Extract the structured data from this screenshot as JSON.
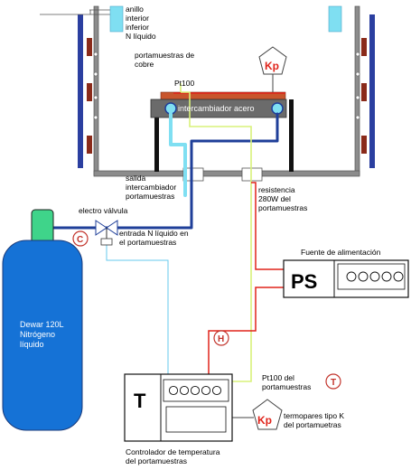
{
  "labels": {
    "ring_line1": "anillo",
    "ring_line2": "interior",
    "ring_line3": "inferior",
    "ring_line4": "N líquido",
    "holder_line1": "portamuestras de",
    "holder_line2": "cobre",
    "pt100_top": "Pt100",
    "exchanger": "intercambiador acero",
    "exit_line1": "salida",
    "exit_line2": "intercambiador",
    "exit_line3": "portamuestras",
    "resistor_line1": "resistencia",
    "resistor_line2": "280W del",
    "resistor_line3": "portamuestras",
    "valve": "electro válvula",
    "inlet_line1": "entrada N líquido en",
    "inlet_line2": "el portamuestras",
    "dewar_line1": "Dewar 120L",
    "dewar_line2": "Nitrógeno",
    "dewar_line3": "líquido",
    "power_title": "Fuente de alimentación",
    "ps": "PS",
    "h_marker": "H",
    "c_marker": "C",
    "t_marker": "T",
    "controller_letter": "T",
    "pt100_bottom_line1": "Pt100 del",
    "pt100_bottom_line2": "portamuestras",
    "tc_line1": "termopares tipo K",
    "tc_line2": "del portamuetras",
    "controller_line1": "Controlador de temperatura",
    "controller_line2": "del portamuestras",
    "kp": "Kp"
  },
  "colors": {
    "coolant_dark": "#1f3f99",
    "coolant_light": "#7fdff2",
    "heater_wire": "#e0231a",
    "pt100_wire": "#d9f27a",
    "valve_wire": "#66c8ee",
    "dewar": "#1572d6",
    "dewar_neck": "#3fd48a",
    "holder": "#c8552c",
    "exchanger": "#6b6b6b",
    "chamber": "#8c8c8c",
    "coil_bar": "#2b3fa0",
    "heater_block": "#8a2a1a"
  }
}
